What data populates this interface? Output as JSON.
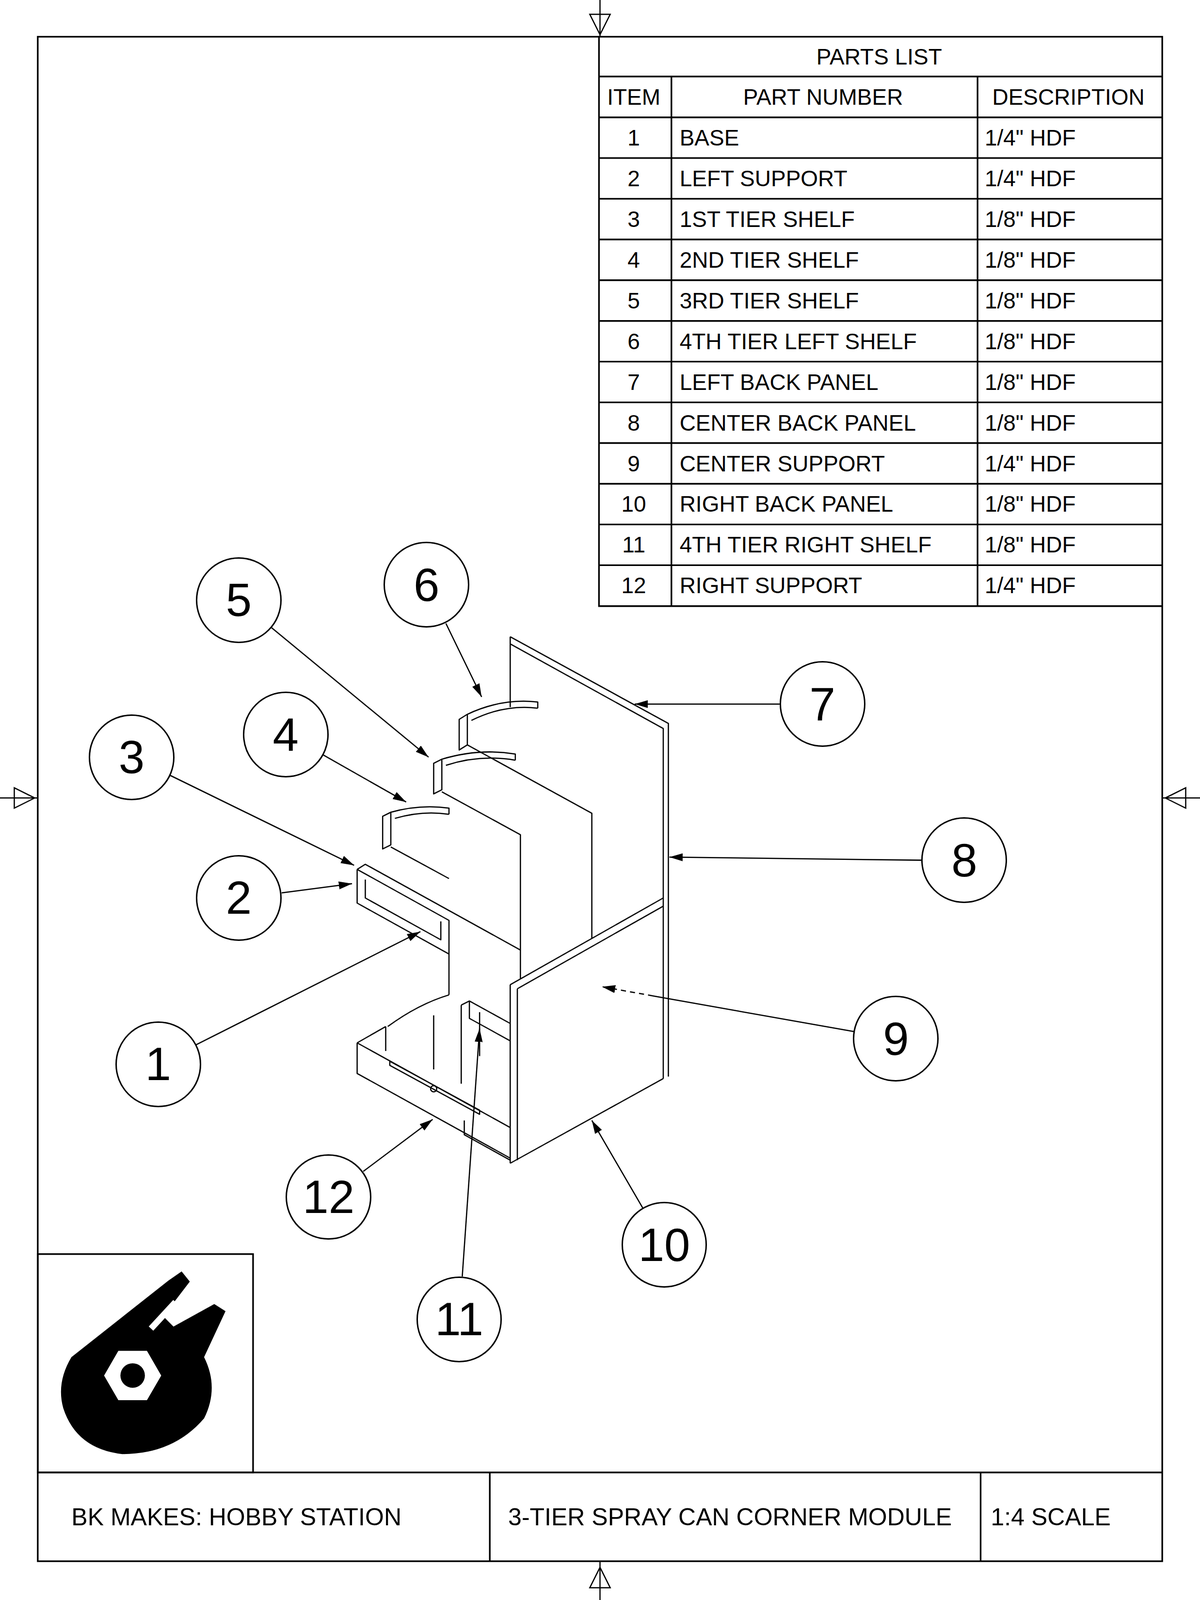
{
  "diagram": {
    "nodes": [
      {
        "text": [
          "6"
        ]
      },
      {
        "text": [
          "5"
        ]
      },
      {
        "text": [
          "7"
        ]
      },
      {
        "text": [
          "4"
        ]
      },
      {
        "text": [
          "3"
        ]
      },
      {
        "text": [
          "8"
        ]
      },
      {
        "text": [
          "2"
        ]
      },
      {
        "text": [
          "9"
        ]
      },
      {
        "text": [
          "1"
        ]
      },
      {
        "text": [
          "12"
        ]
      },
      {
        "text": [
          "10"
        ]
      },
      {
        "text": [
          "11"
        ]
      }
    ],
    "labels": [
      "PARTS LIST",
      "ITEM",
      "PART NUMBER",
      "DESCRIPTION",
      "1",
      "BASE",
      "1/4\" HDF",
      "2",
      "LEFT SUPPORT",
      "1/4\" HDF",
      "3",
      "1ST TIER SHELF",
      "1/8\" HDF",
      "4",
      "2ND TIER SHELF",
      "1/8\" HDF",
      "5",
      "3RD TIER SHELF",
      "1/8\" HDF",
      "6",
      "4TH TIER LEFT SHELF",
      "1/8\" HDF",
      "7",
      "LEFT BACK PANEL",
      "1/8\" HDF",
      "8",
      "CENTER BACK PANEL",
      "1/8\" HDF",
      "9",
      "CENTER SUPPORT",
      "1/4\" HDF",
      "10",
      "RIGHT BACK PANEL",
      "1/8\" HDF",
      "11",
      "4TH TIER RIGHT SHELF",
      "1/8\" HDF",
      "12",
      "RIGHT SUPPORT",
      "1/4\" HDF",
      "BK MAKES: HOBBY STATION",
      "3-TIER SPRAY CAN CORNER MODULE",
      "1:4 SCALE"
    ]
  }
}
